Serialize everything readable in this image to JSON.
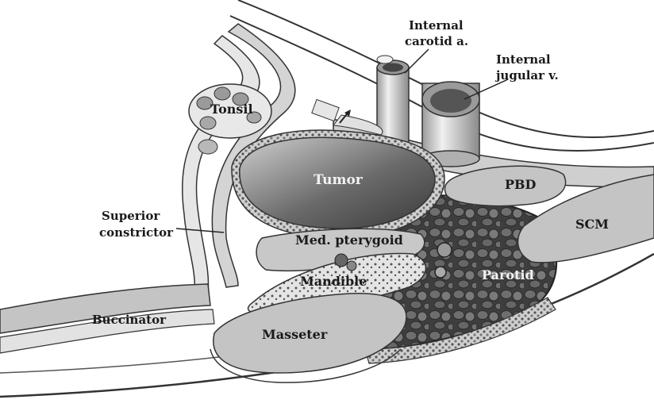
{
  "labels": {
    "internal_carotid_line1": "Internal",
    "internal_carotid_line2": "carotid a.",
    "internal_jugular_line1": "Internal",
    "internal_jugular_line2": "jugular v.",
    "tonsil": "Tonsil",
    "tumor": "Tumor",
    "pbd": "PBD",
    "scm": "SCM",
    "superior_constrictor_line1": "Superior",
    "superior_constrictor_line2": "constrictor",
    "med_pterygoid": "Med. pterygoid",
    "mandible": "Mandible",
    "parotid": "Parotid",
    "buccinator": "Buccinator",
    "masseter": "Masseter"
  },
  "colors": {
    "muscle_fill": "#c4c4c4",
    "muscle_top": "#dcdcdc",
    "tumor_dark": "#4a4a4a",
    "tumor_light": "#bdbdbd",
    "parotid": "#5a5a5a",
    "outline": "#2a2a2a",
    "background": "#ffffff"
  }
}
